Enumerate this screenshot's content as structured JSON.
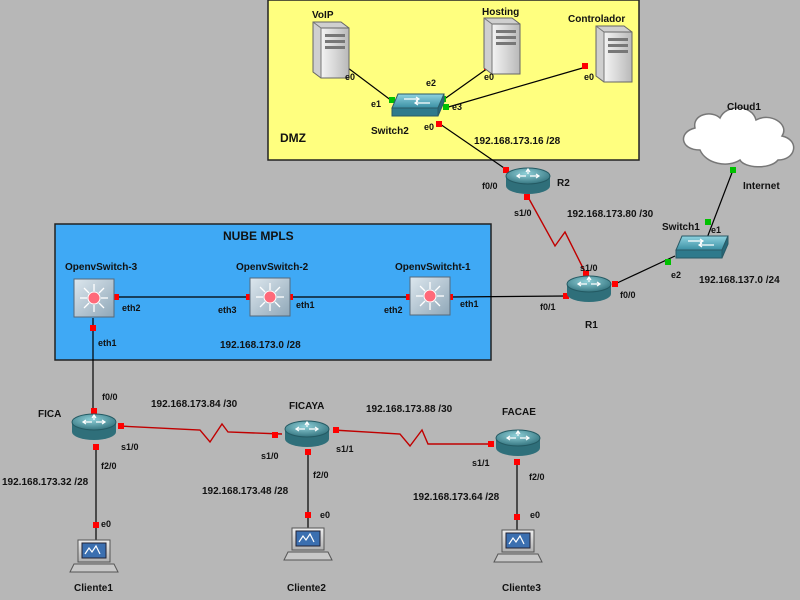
{
  "zones": {
    "dmz": {
      "label": "DMZ",
      "color": "#ffff7f"
    },
    "mpls": {
      "label": "NUBE MPLS",
      "color": "#3fa9f5"
    }
  },
  "nodes": {
    "voip": {
      "label": "VoIP",
      "icon": "server-icon"
    },
    "hosting": {
      "label": "Hosting",
      "icon": "server-icon"
    },
    "controlador": {
      "label": "Controlador",
      "icon": "server-icon"
    },
    "switch2": {
      "label": "Switch2",
      "icon": "switch-icon"
    },
    "r2": {
      "label": "R2",
      "icon": "router-icon"
    },
    "cloud1": {
      "label": "Cloud1",
      "icon": "cloud-icon"
    },
    "internet": {
      "label": "Internet"
    },
    "switch1": {
      "label": "Switch1",
      "icon": "switch-icon"
    },
    "r1": {
      "label": "R1",
      "icon": "router-icon"
    },
    "ovs3": {
      "label": "OpenvSwitch-3",
      "icon": "openvswitch-icon"
    },
    "ovs2": {
      "label": "OpenvSwitch-2",
      "icon": "openvswitch-icon"
    },
    "ovs1": {
      "label": "OpenvSwitcht-1",
      "icon": "openvswitch-icon"
    },
    "fica": {
      "label": "FICA",
      "icon": "router-icon"
    },
    "ficaya": {
      "label": "FICAYA",
      "icon": "router-icon"
    },
    "facae": {
      "label": "FACAE",
      "icon": "router-icon"
    },
    "cliente1": {
      "label": "Cliente1",
      "icon": "pc-icon"
    },
    "cliente2": {
      "label": "Cliente2",
      "icon": "pc-icon"
    },
    "cliente3": {
      "label": "Cliente3",
      "icon": "pc-icon"
    }
  },
  "ports": {
    "voip_e0": "e0",
    "hosting_e0": "e0",
    "controlador_e0": "e0",
    "sw2_e1": "e1",
    "sw2_e2": "e2",
    "sw2_e3": "e3",
    "sw2_e0": "e0",
    "r2_f00": "f0/0",
    "r2_s10": "s1/0",
    "r1_s10": "s1/0",
    "r1_f01": "f0/1",
    "r1_f00": "f0/0",
    "sw1_e1": "e1",
    "sw1_e2": "e2",
    "ovs3_eth2": "eth2",
    "ovs3_eth1": "eth1",
    "ovs2_eth3": "eth3",
    "ovs2_eth1": "eth1",
    "ovs1_eth2": "eth2",
    "ovs1_eth1": "eth1",
    "fica_f00": "f0/0",
    "fica_s10": "s1/0",
    "fica_f20": "f2/0",
    "ficaya_s10": "s1/0",
    "ficaya_s11": "s1/1",
    "ficaya_f20": "f2/0",
    "facae_s11": "s1/1",
    "facae_f20": "f2/0",
    "cliente1_e0": "e0",
    "cliente2_e0": "e0",
    "cliente3_e0": "e0"
  },
  "subnets": {
    "dmz": "192.168.173.16 /28",
    "r2_r1": "192.168.173.80 /30",
    "internet": "192.168.137.0 /24",
    "mpls": "192.168.173.0 /28",
    "fica_ficaya": "192.168.173.84 /30",
    "ficaya_facae": "192.168.173.88 /30",
    "fica_lan": "192.168.173.32 /28",
    "ficaya_lan": "192.168.173.48 /28",
    "facae_lan": "192.168.173.64 /28"
  },
  "colors": {
    "link": "#000000",
    "serial_link": "#c00000",
    "port_down": "#ff0000",
    "port_up": "#00c000"
  }
}
